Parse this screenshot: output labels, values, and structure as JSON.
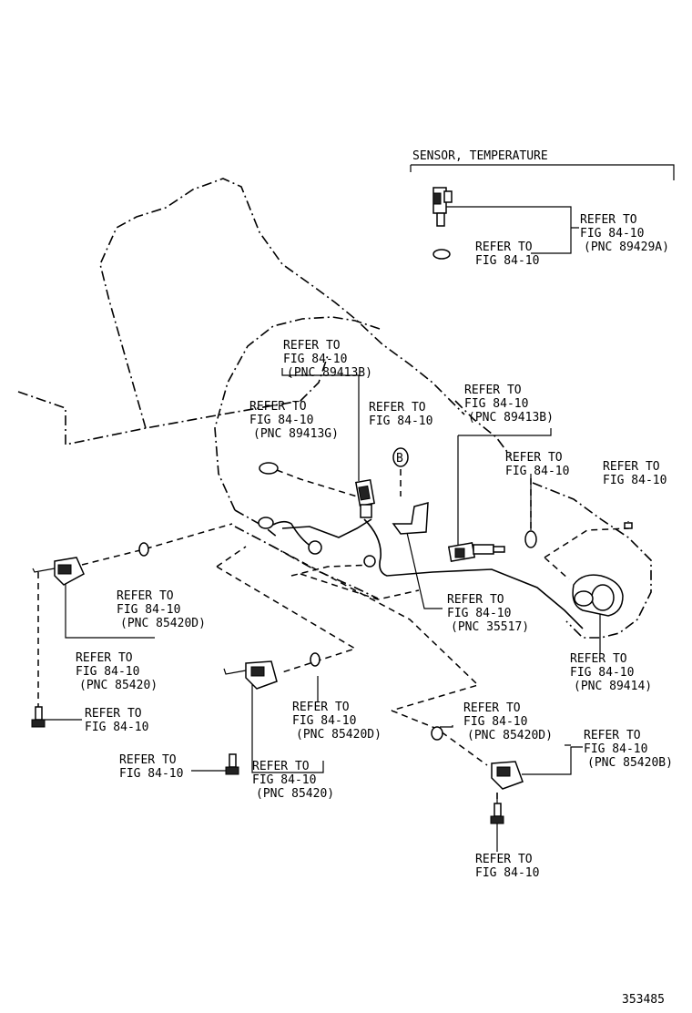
{
  "header": {
    "title": "SENSOR, TEMPERATURE"
  },
  "figure_number": "353485",
  "marker": "B",
  "callouts": [
    {
      "id": "c1",
      "lines": [
        "REFER TO",
        "FIG 84-10",
        "(PNC 89429A)"
      ]
    },
    {
      "id": "c2",
      "lines": [
        "REFER TO",
        "FIG 84-10"
      ]
    },
    {
      "id": "c3",
      "lines": [
        "REFER TO",
        "FIG 84-10",
        "(PNC 89413B)"
      ]
    },
    {
      "id": "c4",
      "lines": [
        "REFER TO",
        "FIG 84-10",
        "(PNC 89413G)"
      ]
    },
    {
      "id": "c5",
      "lines": [
        "REFER TO",
        "FIG 84-10"
      ]
    },
    {
      "id": "c6",
      "lines": [
        "REFER TO",
        "FIG 84-10",
        "(PNC 89413B)"
      ]
    },
    {
      "id": "c7",
      "lines": [
        "REFER TO",
        "FIG 84-10"
      ]
    },
    {
      "id": "c8",
      "lines": [
        "REFER TO",
        "FIG 84-10"
      ]
    },
    {
      "id": "c9",
      "lines": [
        "REFER TO",
        "FIG 84-10",
        "(PNC 85420D)"
      ]
    },
    {
      "id": "c10",
      "lines": [
        "REFER TO",
        "FIG 84-10",
        "(PNC 35517)"
      ]
    },
    {
      "id": "c11",
      "lines": [
        "REFER TO",
        "FIG 84-10",
        "(PNC 85420)"
      ]
    },
    {
      "id": "c12",
      "lines": [
        "REFER TO",
        "FIG 84-10",
        "(PNC 89414)"
      ]
    },
    {
      "id": "c13",
      "lines": [
        "REFER TO",
        "FIG 84-10"
      ]
    },
    {
      "id": "c14",
      "lines": [
        "REFER TO",
        "FIG 84-10",
        "(PNC 85420D)"
      ]
    },
    {
      "id": "c15",
      "lines": [
        "REFER TO",
        "FIG 84-10",
        "(PNC 85420D)"
      ]
    },
    {
      "id": "c16",
      "lines": [
        "REFER TO",
        "FIG 84-10",
        "(PNC 85420B)"
      ]
    },
    {
      "id": "c17",
      "lines": [
        "REFER TO",
        "FIG 84-10"
      ]
    },
    {
      "id": "c18",
      "lines": [
        "REFER TO",
        "FIG 84-10",
        "(PNC 85420)"
      ]
    },
    {
      "id": "c19",
      "lines": [
        "REFER TO",
        "FIG 84-10"
      ]
    }
  ]
}
